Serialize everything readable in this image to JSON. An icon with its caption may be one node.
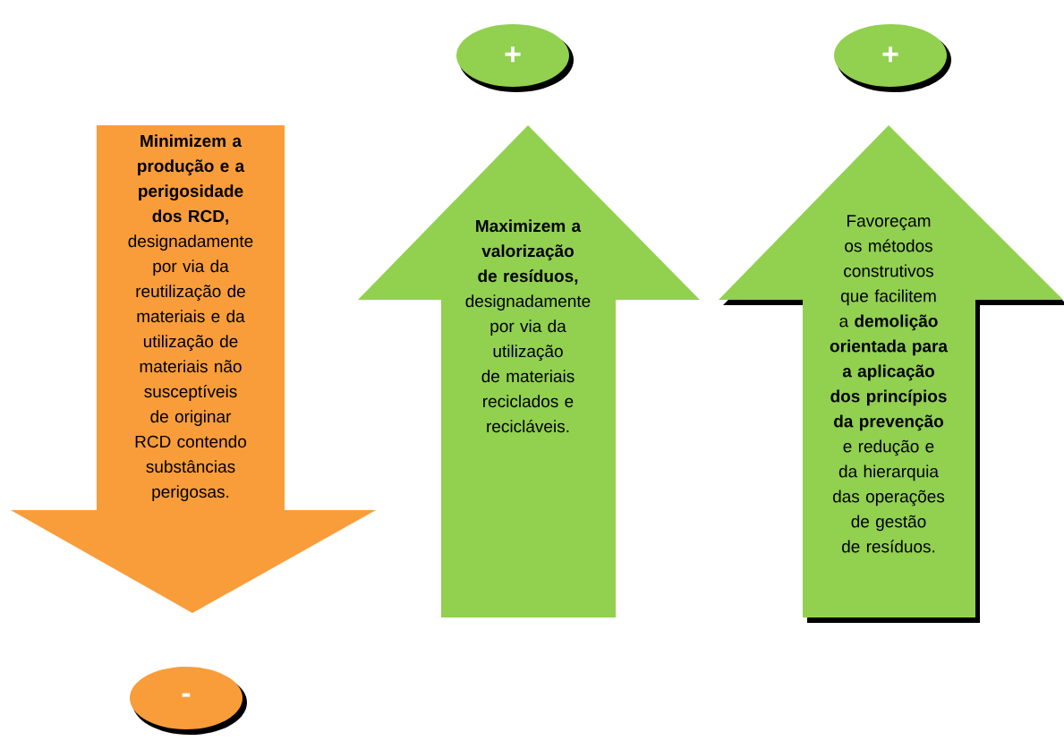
{
  "diagram": {
    "nodes": [
      {
        "text": [
          "+"
        ]
      },
      {
        "text": [
          "+"
        ]
      },
      {
        "text": [
          "**Minimizem a produção e a perigosidade dos RCD,** designadamente por via da reutilização de materiais e da utilização de materiais não susceptíveis de originar RCD contendo substâncias perigosas."
        ]
      },
      {
        "text": [
          "**Maximizem a valorização de resíduos,** designadamente por via da utilização de materiais reciclados e recicláveis."
        ]
      },
      {
        "text": [
          "Favoreçam os métodos construtivos que facilitem a **demolição orientada para a aplicação dos princípios da prevenção** e redução e da hierarquia das operações de gestão de resíduos."
        ]
      },
      {
        "text": [
          "-"
        ]
      }
    ]
  }
}
